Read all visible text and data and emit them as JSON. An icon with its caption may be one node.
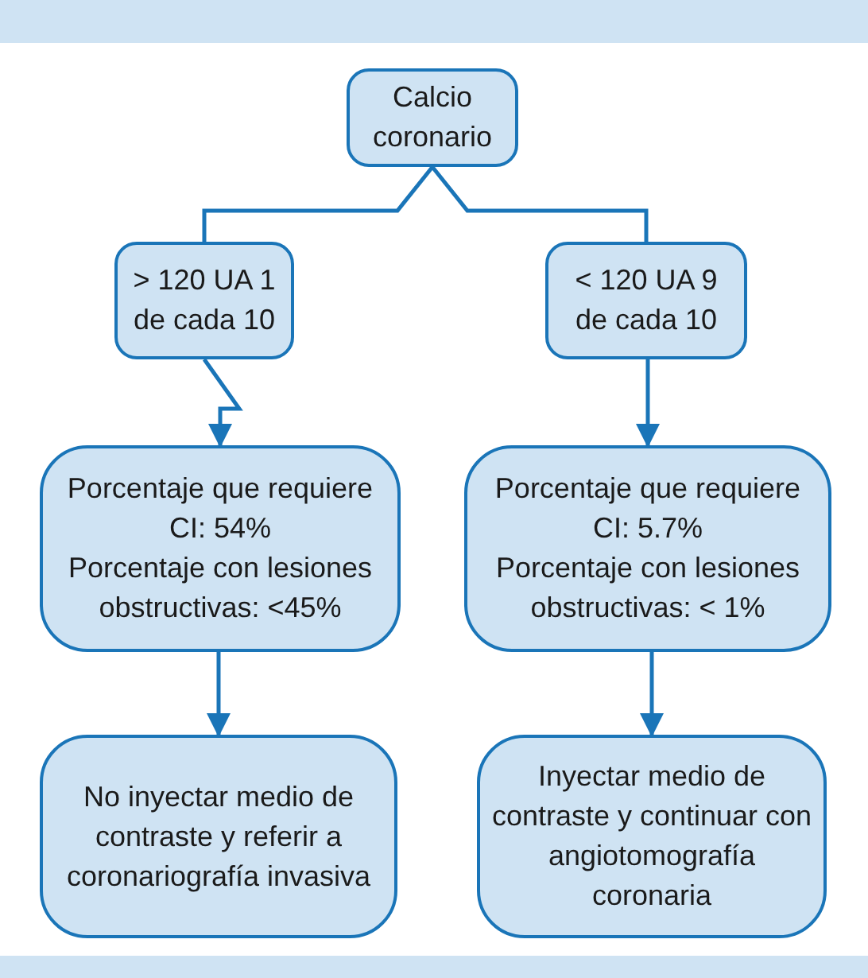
{
  "diagram": {
    "nodes": [
      {
        "text": [
          "Calcio coronario"
        ]
      },
      {
        "text": [
          "> 120 UA 1 de cada 10"
        ]
      },
      {
        "text": [
          "< 120 UA 9 de cada 10"
        ]
      },
      {
        "text": [
          "Porcentaje que requiere CI: 54%",
          "Porcentaje con lesiones obstructivas: <45%"
        ]
      },
      {
        "text": [
          "Porcentaje que requiere CI: 5.7%",
          "Porcentaje con lesiones obstructivas: < 1%"
        ]
      },
      {
        "text": [
          "No inyectar medio de contraste y referir a coronariografía invasiva"
        ]
      },
      {
        "text": [
          "Inyectar medio de contraste y continuar con angiotomografía coronaria"
        ]
      }
    ],
    "edges": [
      {
        "from": 0,
        "to": 1,
        "arrow": "none"
      },
      {
        "from": 0,
        "to": 2,
        "arrow": "none"
      },
      {
        "from": 1,
        "to": 3,
        "arrow": "to"
      },
      {
        "from": 2,
        "to": 4,
        "arrow": "to"
      },
      {
        "from": 3,
        "to": 5,
        "arrow": "to"
      },
      {
        "from": 4,
        "to": 6,
        "arrow": "to"
      }
    ]
  }
}
